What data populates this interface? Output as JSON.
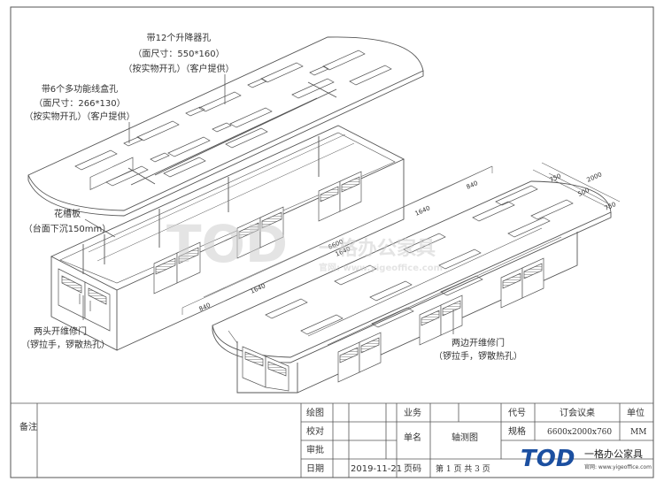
{
  "annotations": {
    "lift_holes": [
      "带12个升降器孔",
      "（面尺寸：550*160）",
      "（按实物开孔）（客户提供）"
    ],
    "wire_boxes": [
      "带6个多功能线盒孔",
      "（面尺寸：266*130）",
      "（按实物开孔）（客户提供）"
    ],
    "planter": [
      "花槽板",
      "（台面下沉150mm）"
    ],
    "end_doors": [
      "两头开维修门",
      "（锣拉手，锣散热孔）"
    ],
    "side_doors": [
      "两边开维修门",
      "（锣拉手，锣散热孔）"
    ]
  },
  "dimensions": {
    "length_total": "6600",
    "seg_840_top": "840",
    "seg_1640_a": "1640",
    "seg_1640_b": "1640",
    "seg_1640_c": "1640",
    "seg_840_bottom": "840",
    "width_total": "2000",
    "w_750_a": "750",
    "w_500": "500",
    "w_750_b": "750"
  },
  "title_block": {
    "side_label": "备注",
    "draw_label": "绘图",
    "check_label": "校对",
    "approve_label": "审批",
    "date_label": "日期",
    "date_value": "2019-11-21",
    "business_label": "业务",
    "name_label": "单名",
    "name_value": "轴测图",
    "page_label": "页码",
    "page_value": "第 1 页 共 3 页",
    "code_label": "代号",
    "code_value": "订会议桌",
    "unit_label": "单位",
    "spec_label": "规格",
    "spec_value": "6600x2000x760",
    "unit_value": "MM",
    "brand_logo": "TOD",
    "brand_name": "一格办公家具",
    "brand_site": "官网: www.yigeoffice.com"
  },
  "watermark": {
    "logo": "TOD",
    "name": "一格办公家具",
    "site": "官网: www.yigeoffice.com"
  }
}
